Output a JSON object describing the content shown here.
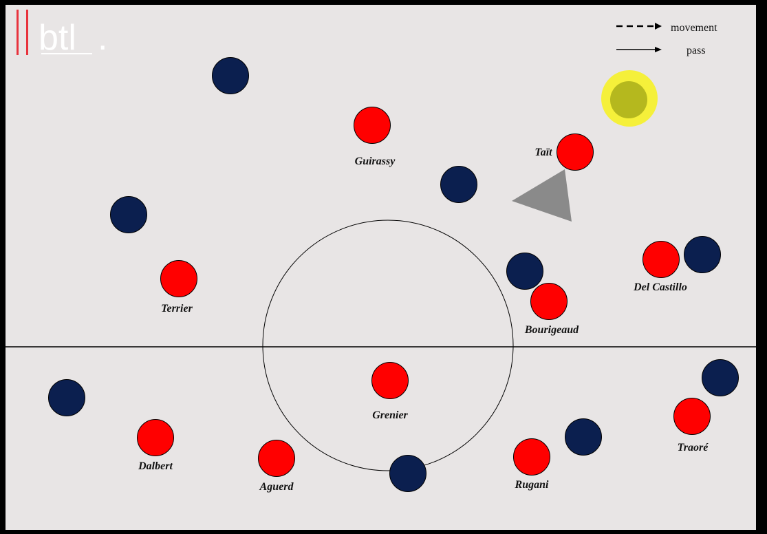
{
  "logo": {
    "text": "btl",
    "dot": ".",
    "bar_color": "#e8323c"
  },
  "legend": {
    "movement": "movement",
    "pass": "pass"
  },
  "colors": {
    "pitch": "#e8e5e5",
    "border": "#000000",
    "team_red": "#ff0000",
    "team_navy": "#0b1f4f",
    "ball": "#b5b81e",
    "ball_glow": "#f5f03a",
    "triangle": "#8a8a8a"
  },
  "players_red": [
    {
      "id": "guirassy",
      "name": "Guirassy"
    },
    {
      "id": "tait",
      "name": "Taït"
    },
    {
      "id": "terrier",
      "name": "Terrier"
    },
    {
      "id": "del-castillo",
      "name": "Del Castillo"
    },
    {
      "id": "bourigeaud",
      "name": "Bourigeaud"
    },
    {
      "id": "grenier",
      "name": "Grenier"
    },
    {
      "id": "dalbert",
      "name": "Dalbert"
    },
    {
      "id": "aguerd",
      "name": "Aguerd"
    },
    {
      "id": "rugani",
      "name": "Rugani"
    },
    {
      "id": "traore",
      "name": "Traoré"
    }
  ]
}
